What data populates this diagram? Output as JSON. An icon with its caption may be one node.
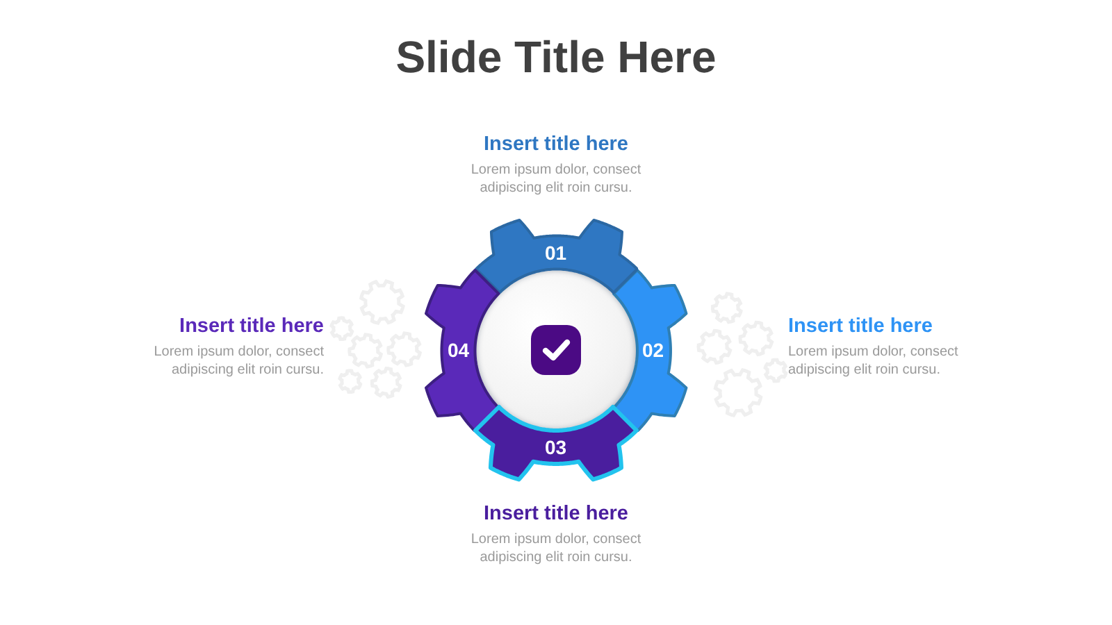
{
  "diagram": {
    "title": "Slide Title Here",
    "nodes": [
      {
        "text": [
          "01"
        ],
        "beside": [
          "Insert title here",
          "Lorem ipsum dolor, consect adipiscing elit roin cursu."
        ]
      },
      {
        "text": [
          "02"
        ],
        "beside": [
          "Insert title here",
          "Lorem ipsum dolor, consect adipiscing elit roin cursu."
        ]
      },
      {
        "text": [
          "03"
        ],
        "beside": [
          "Insert title here",
          "Lorem ipsum dolor, consect adipiscing elit roin cursu."
        ]
      },
      {
        "text": [
          "04"
        ],
        "beside": [
          "Insert title here",
          "Lorem ipsum dolor, consect adipiscing elit roin cursu."
        ]
      }
    ]
  }
}
